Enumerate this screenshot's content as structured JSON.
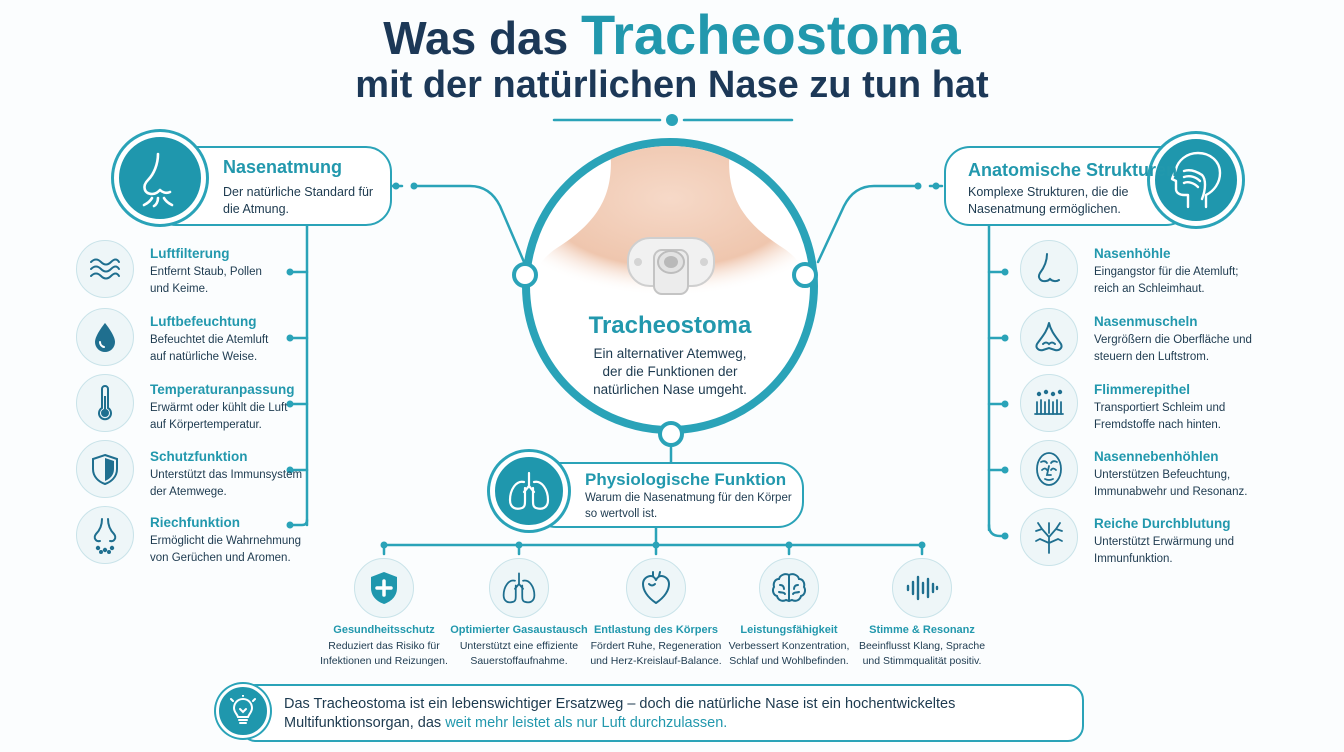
{
  "header": {
    "title_part1": "Was das",
    "title_accent": "Tracheostoma",
    "subtitle": "mit der natürlichen Nase zu tun hat"
  },
  "left_group": {
    "title": "Nasenatmung",
    "text": "Der natürliche Standard für die Atmung.",
    "icon": "nose-breath-icon",
    "items": [
      {
        "icon": "waves-icon",
        "title": "Luftfilterung",
        "text1": "Entfernt Staub, Pollen",
        "text2": "und Keime."
      },
      {
        "icon": "water-drop-icon",
        "title": "Luftbefeuchtung",
        "text1": "Befeuchtet die Atemluft",
        "text2": "auf natürliche Weise."
      },
      {
        "icon": "thermometer-icon",
        "title": "Temperaturanpassung",
        "text1": "Erwärmt oder kühlt die Luft",
        "text2": "auf Körpertemperatur."
      },
      {
        "icon": "shield-icon",
        "title": "Schutzfunktion",
        "text1": "Unterstützt das Immunsystem",
        "text2": "der Atemwege."
      },
      {
        "icon": "nose-smell-icon",
        "title": "Riechfunktion",
        "text1": "Ermöglicht die Wahrnehmung",
        "text2": "von Gerüchen und Aromen."
      }
    ]
  },
  "right_group": {
    "title": "Anatomische Strukturen",
    "text": "Komplexe Strukturen, die die Nasenatmung ermöglichen.",
    "icon": "head-anatomy-icon",
    "items": [
      {
        "icon": "nose-icon",
        "title": "Nasenhöhle",
        "text1": "Eingangstor für die Atemluft;",
        "text2": "reich an Schleimhaut."
      },
      {
        "icon": "nasal-conchae-icon",
        "title": "Nasenmuscheln",
        "text1": "Vergrößern die Oberfläche und",
        "text2": "steuern den Luftstrom."
      },
      {
        "icon": "cilia-icon",
        "title": "Flimmerepithel",
        "text1": "Transportiert Schleim und",
        "text2": "Fremdstoffe nach hinten."
      },
      {
        "icon": "face-sinus-icon",
        "title": "Nasennebenhöhlen",
        "text1": "Unterstützen Befeuchtung,",
        "text2": "Immunabwehr und Resonanz."
      },
      {
        "icon": "blood-vessels-icon",
        "title": "Reiche Durchblutung",
        "text1": "Unterstützt Erwärmung und",
        "text2": "Immunfunktion."
      }
    ]
  },
  "center": {
    "title": "Tracheostoma",
    "text1": "Ein alternativer Atemweg,",
    "text2": "der die Funktionen der",
    "text3": "natürlichen Nase umgeht."
  },
  "physio": {
    "title": "Physiologische Funktion",
    "text1": "Warum die Nasenatmung für den Körper",
    "text2": "so wertvoll ist.",
    "icon": "lungs-icon"
  },
  "benefits": [
    {
      "icon": "shield-plus-icon",
      "title": "Gesundheitsschutz",
      "text1": "Reduziert das Risiko für",
      "text2": "Infektionen und Reizungen."
    },
    {
      "icon": "lungs-icon",
      "title": "Optimierter Gasaustausch",
      "text1": "Unterstützt eine effiziente",
      "text2": "Sauerstoffaufnahme."
    },
    {
      "icon": "heart-icon",
      "title": "Entlastung des Körpers",
      "text1": "Fördert Ruhe, Regeneration",
      "text2": "und Herz-Kreislauf-Balance."
    },
    {
      "icon": "brain-icon",
      "title": "Leistungsfähigkeit",
      "text1": "Verbessert Konzentration,",
      "text2": "Schlaf und Wohlbefinden."
    },
    {
      "icon": "sound-wave-icon",
      "title": "Stimme & Resonanz",
      "text1": "Beeinflusst Klang, Sprache",
      "text2": "und Stimmqualität positiv."
    }
  ],
  "footer": {
    "icon": "lightbulb-icon",
    "text_part1": "Das Tracheostoma ist ein lebenswichtiger Ersatzweg – doch die natürliche Nase ist ein hochentwickeltes Multifunktionsorgan, das",
    "text_highlight": "weit mehr leistet als nur Luft durchzulassen."
  },
  "colors": {
    "accent": "#2aa3b8",
    "title": "#1c3857",
    "icon_bg": "#1f97ad"
  }
}
